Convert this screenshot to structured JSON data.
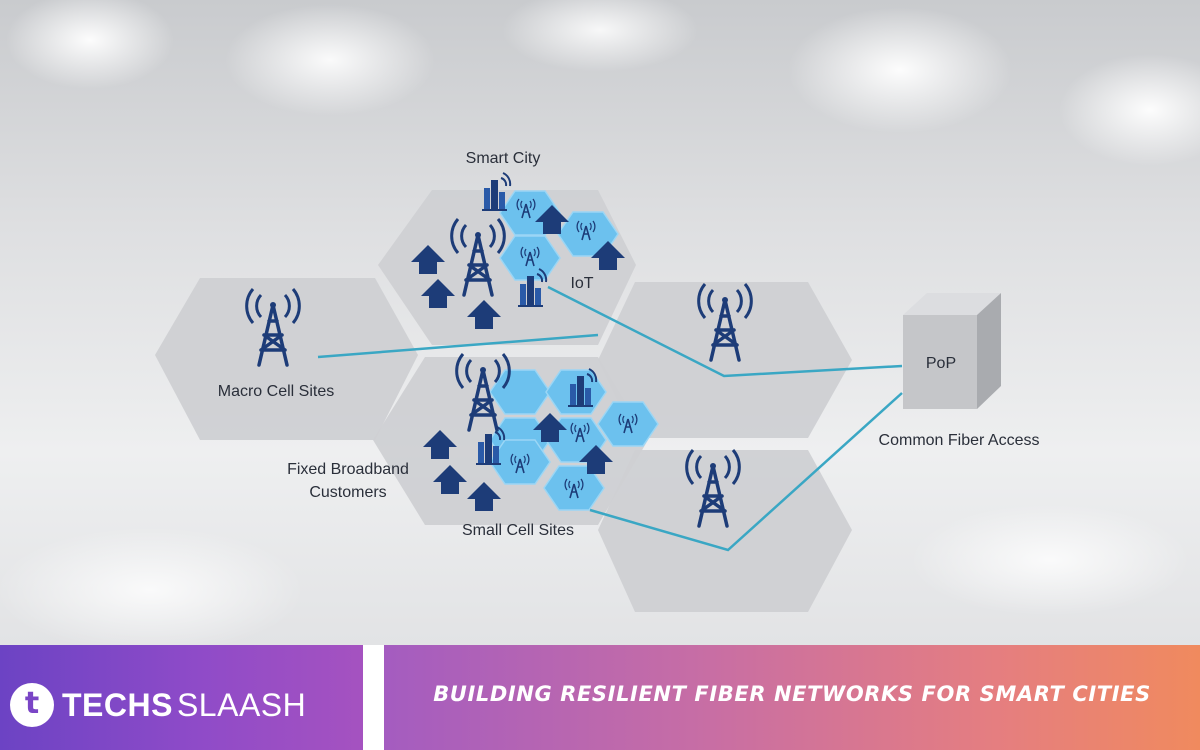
{
  "diagram": {
    "labels": {
      "smart_city": "Smart City",
      "iot": "IoT",
      "macro_cell_sites": "Macro Cell Sites",
      "fixed_broadband_line1": "Fixed Broadband",
      "fixed_broadband_line2": "Customers",
      "small_cell_sites": "Small Cell Sites",
      "pop": "PoP",
      "common_fiber_access": "Common Fiber Access"
    },
    "colors": {
      "hex_fill": "#cfd0d3",
      "small_cell_fill": "#6cc1ee",
      "icon_navy": "#1d3c78",
      "fiber_line": "#3aa7c4",
      "pop_front": "#c5c6c9",
      "pop_side": "#a9abaf",
      "pop_top": "#dcdde0"
    }
  },
  "footer": {
    "logo_letter": "t",
    "logo_bold": "TECHS",
    "logo_light": "SLAASH",
    "headline": "BUILDING RESILIENT FIBER NETWORKS FOR SMART CITIES"
  }
}
